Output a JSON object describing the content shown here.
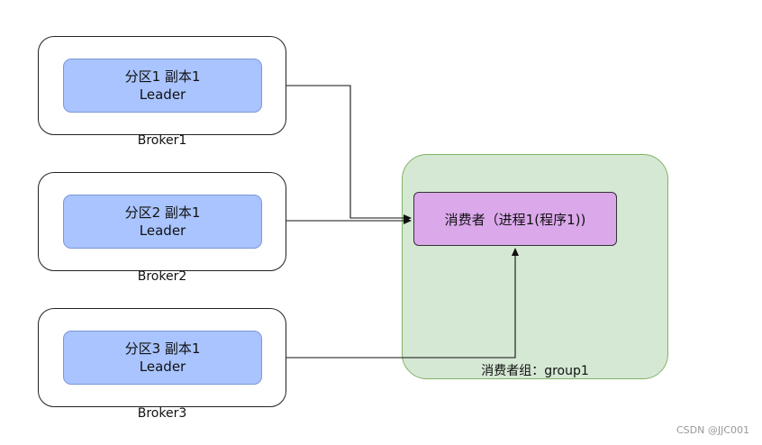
{
  "brokers": [
    {
      "partition_line1": "分区1 副本1",
      "partition_line2": "Leader",
      "label": "Broker1"
    },
    {
      "partition_line1": "分区2 副本1",
      "partition_line2": "Leader",
      "label": "Broker2"
    },
    {
      "partition_line1": "分区3 副本1",
      "partition_line2": "Leader",
      "label": "Broker3"
    }
  ],
  "consumer": {
    "label": "消费者（进程1(程序1))"
  },
  "group": {
    "label": "消费者组：group1"
  },
  "watermark": "CSDN @JJC001",
  "colors": {
    "partition_fill": "#a9c4ff",
    "group_fill": "#d5e8d4",
    "group_border": "#82b366",
    "consumer_fill": "#dba8ea"
  }
}
